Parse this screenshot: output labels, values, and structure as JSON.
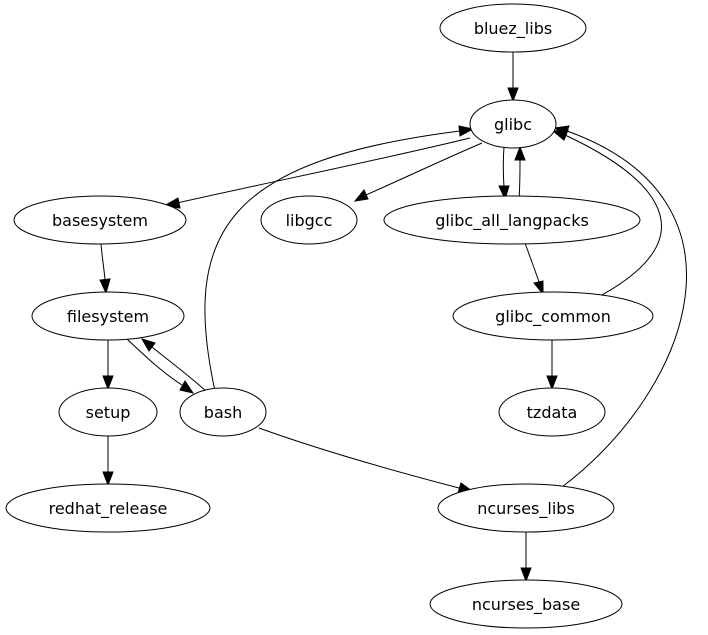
{
  "diagram": {
    "type": "directed-graph",
    "nodes": [
      {
        "id": "bluez_libs",
        "label": "bluez_libs"
      },
      {
        "id": "glibc",
        "label": "glibc"
      },
      {
        "id": "basesystem",
        "label": "basesystem"
      },
      {
        "id": "libgcc",
        "label": "libgcc"
      },
      {
        "id": "glibc_all_langpacks",
        "label": "glibc_all_langpacks"
      },
      {
        "id": "filesystem",
        "label": "filesystem"
      },
      {
        "id": "glibc_common",
        "label": "glibc_common"
      },
      {
        "id": "setup",
        "label": "setup"
      },
      {
        "id": "bash",
        "label": "bash"
      },
      {
        "id": "tzdata",
        "label": "tzdata"
      },
      {
        "id": "redhat_release",
        "label": "redhat_release"
      },
      {
        "id": "ncurses_libs",
        "label": "ncurses_libs"
      },
      {
        "id": "ncurses_base",
        "label": "ncurses_base"
      }
    ],
    "edges": [
      {
        "from": "bluez_libs",
        "to": "glibc"
      },
      {
        "from": "glibc",
        "to": "basesystem"
      },
      {
        "from": "glibc",
        "to": "libgcc"
      },
      {
        "from": "glibc",
        "to": "glibc_all_langpacks"
      },
      {
        "from": "glibc_all_langpacks",
        "to": "glibc"
      },
      {
        "from": "glibc_all_langpacks",
        "to": "glibc_common"
      },
      {
        "from": "glibc_common",
        "to": "glibc"
      },
      {
        "from": "glibc_common",
        "to": "tzdata"
      },
      {
        "from": "basesystem",
        "to": "filesystem"
      },
      {
        "from": "filesystem",
        "to": "setup"
      },
      {
        "from": "filesystem",
        "to": "bash"
      },
      {
        "from": "bash",
        "to": "filesystem"
      },
      {
        "from": "bash",
        "to": "glibc"
      },
      {
        "from": "bash",
        "to": "ncurses_libs"
      },
      {
        "from": "setup",
        "to": "redhat_release"
      },
      {
        "from": "ncurses_libs",
        "to": "glibc"
      },
      {
        "from": "ncurses_libs",
        "to": "ncurses_base"
      }
    ]
  }
}
